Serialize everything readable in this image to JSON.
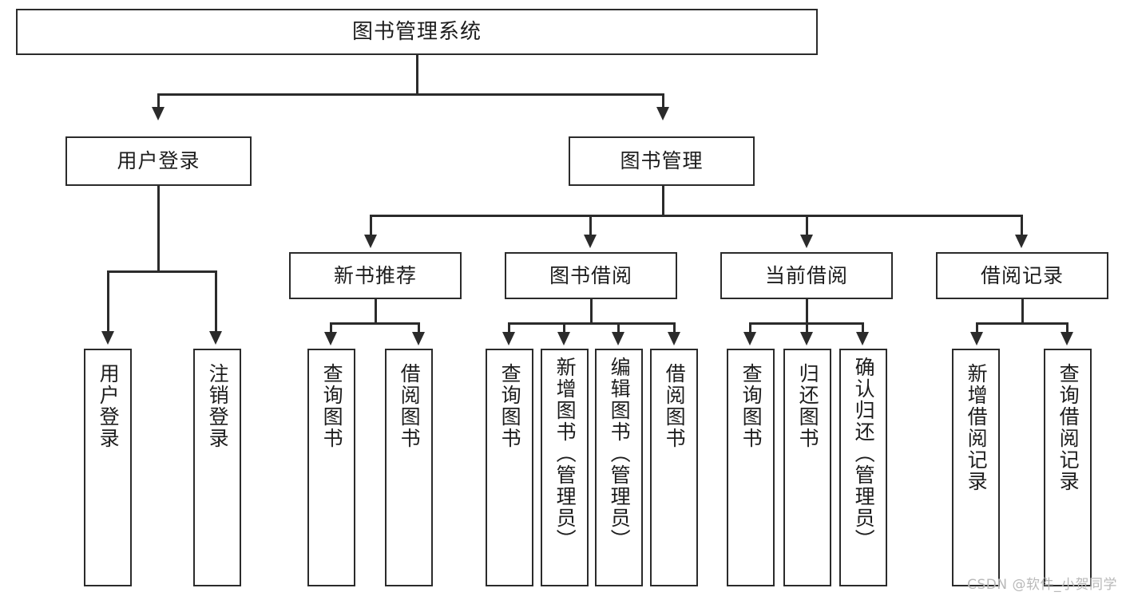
{
  "diagram": {
    "type": "tree",
    "title": "图书管理系统",
    "root": {
      "label": "图书管理系统"
    },
    "level2": [
      {
        "label": "用户登录"
      },
      {
        "label": "图书管理"
      }
    ],
    "level3": [
      {
        "label": "新书推荐"
      },
      {
        "label": "图书借阅"
      },
      {
        "label": "当前借阅"
      },
      {
        "label": "借阅记录"
      }
    ],
    "leaves": [
      {
        "label": "用户登录",
        "parent": "用户登录"
      },
      {
        "label": "注销登录",
        "parent": "用户登录"
      },
      {
        "label": "查询图书",
        "parent": "新书推荐"
      },
      {
        "label": "借阅图书",
        "parent": "新书推荐"
      },
      {
        "label": "查询图书",
        "parent": "图书借阅"
      },
      {
        "label": "新增图书（管理员）",
        "parent": "图书借阅"
      },
      {
        "label": "编辑图书（管理员）",
        "parent": "图书借阅"
      },
      {
        "label": "借阅图书",
        "parent": "图书借阅"
      },
      {
        "label": "查询图书",
        "parent": "当前借阅"
      },
      {
        "label": "归还图书",
        "parent": "当前借阅"
      },
      {
        "label": "确认归还（管理员）",
        "parent": "当前借阅"
      },
      {
        "label": "新增借阅记录",
        "parent": "借阅记录"
      },
      {
        "label": "查询借阅记录",
        "parent": "借阅记录"
      }
    ]
  },
  "watermark": {
    "text": "CSDN @软件_小贺同学"
  },
  "colors": {
    "box_border": "#2b2b2b",
    "box_fill": "#ffffff",
    "text": "#1d1d1d",
    "connector": "#2b2b2b",
    "watermark": "#b9b9b9",
    "background": "#ffffff"
  }
}
